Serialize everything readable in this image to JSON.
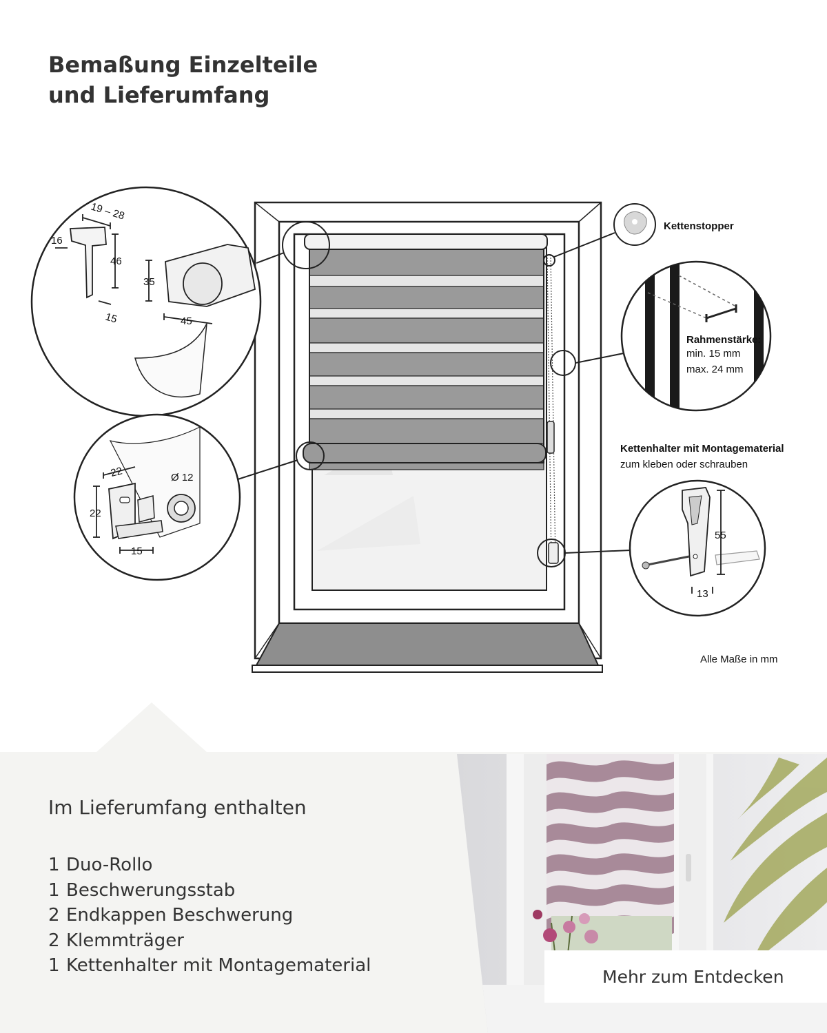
{
  "title": {
    "line1": "Bemaßung Einzelteile",
    "line2": "und Lieferumfang"
  },
  "diagram": {
    "callouts": {
      "bracket": {
        "width": "19 – 28",
        "depth": "16",
        "height": "46",
        "foot": "15",
        "cap_height": "35",
        "cap_width": "45"
      },
      "endcap": {
        "width": "22",
        "height": "22",
        "base": "15",
        "diameter": "Ø 12"
      },
      "chain_stopper": {
        "label": "Kettenstopper"
      },
      "frame_thickness": {
        "label": "Rahmenstärke:",
        "min": "min. 15 mm",
        "max": "max. 24 mm"
      },
      "chain_holder": {
        "title": "Kettenhalter mit Montagematerial",
        "subtitle": "zum kleben oder schrauben",
        "height": "55",
        "width": "13"
      }
    },
    "units_note": "Alle Maße in mm",
    "colors": {
      "fabric_dark": "#9a9a9a",
      "fabric_light": "#e6e6e6",
      "sill": "#8e8e8e",
      "line": "#222222"
    }
  },
  "included": {
    "heading": "Im Lieferumfang enthalten",
    "items": [
      {
        "qty": "1",
        "label": "Duo-Rollo"
      },
      {
        "qty": "1",
        "label": "Beschwerungsstab"
      },
      {
        "qty": "2",
        "label": "Endkappen Beschwerung"
      },
      {
        "qty": "2",
        "label": "Klemmträger"
      },
      {
        "qty": "1",
        "label": "Kettenhalter mit Montagematerial"
      }
    ]
  },
  "photo": {
    "colors": {
      "fabric": "#a88a99",
      "sheer": "#ece7ea",
      "frame": "#f6f6f6",
      "leaves": "#9aa04a",
      "flowers": "#b24a78"
    }
  },
  "cta": {
    "label": "Mehr zum Entdecken"
  }
}
